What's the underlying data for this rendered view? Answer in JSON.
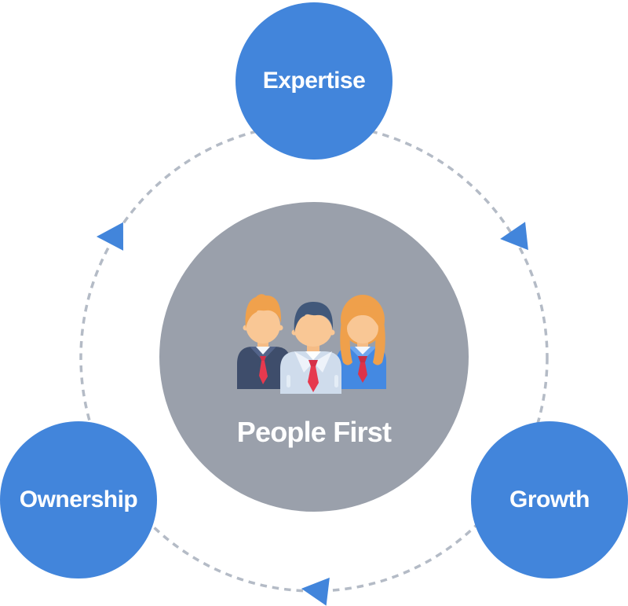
{
  "diagram": {
    "center": {
      "label": "People First",
      "icon": "team-people-icon",
      "bg_color": "#9aa0ab",
      "text_color": "#ffffff"
    },
    "nodes": [
      {
        "id": "expertise",
        "label": "Expertise",
        "position": "top"
      },
      {
        "id": "ownership",
        "label": "Ownership",
        "position": "bottom-left"
      },
      {
        "id": "growth",
        "label": "Growth",
        "position": "bottom-right"
      }
    ],
    "node_color": "#4285db",
    "node_text_color": "#ffffff",
    "ring": {
      "style": "dashed",
      "color": "#b4bbc6",
      "arrow_color": "#4285db",
      "arrow_count": 3
    }
  }
}
